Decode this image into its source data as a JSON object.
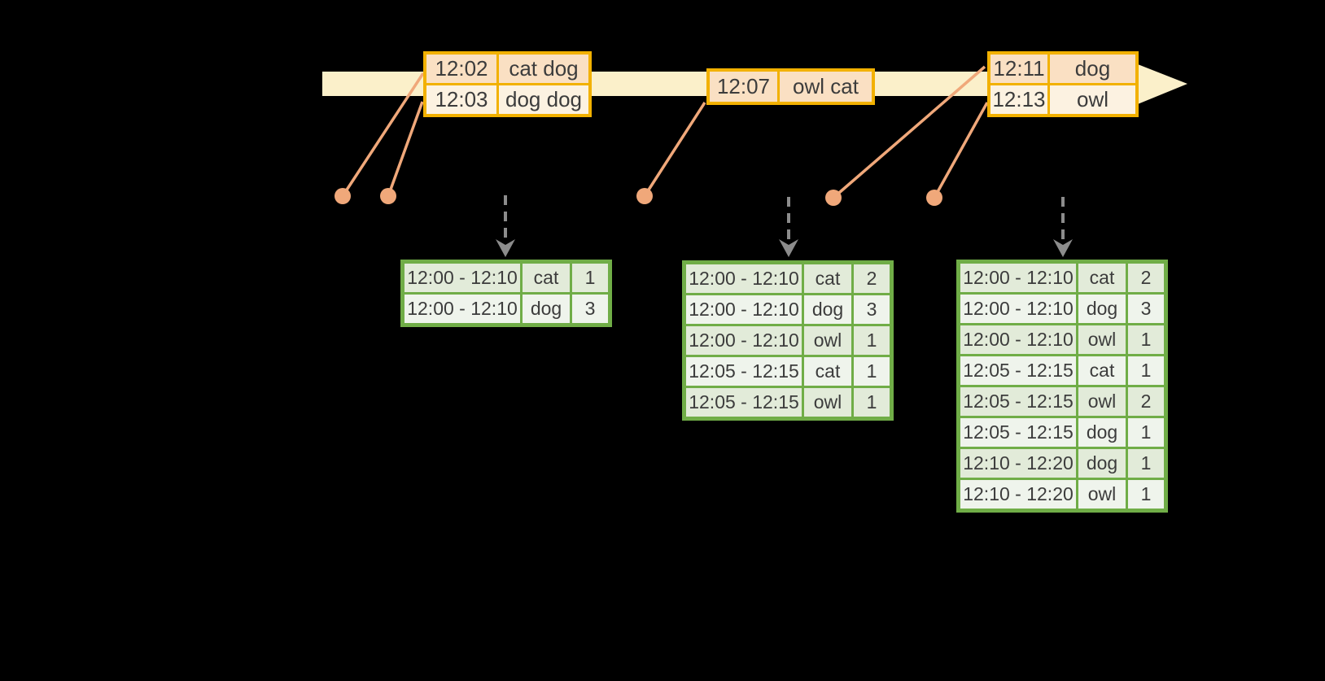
{
  "colors": {
    "background": "#000000",
    "timeline_bar": "#FBF0CA",
    "event_table_border": "#F2B100",
    "event_row_peach": "#FAE0C3",
    "event_row_cream": "#FCF2E1",
    "connector_dot_line": "#F0A87A",
    "result_table_border": "#70AD47",
    "result_row_sage": "#E2EBD9",
    "result_row_light": "#EFF4EC",
    "trigger_arrow_gray": "#8C8C8C",
    "text": "#3C3C3C"
  },
  "event_tables": [
    {
      "rows": [
        {
          "time": "12:02",
          "words": "cat dog"
        },
        {
          "time": "12:03",
          "words": "dog dog"
        }
      ]
    },
    {
      "rows": [
        {
          "time": "12:07",
          "words": "owl cat"
        }
      ]
    },
    {
      "rows": [
        {
          "time": "12:11",
          "words": "dog"
        },
        {
          "time": "12:13",
          "words": "owl"
        }
      ]
    }
  ],
  "result_tables": [
    {
      "rows": [
        {
          "window": "12:00 - 12:10",
          "word": "cat",
          "count": "1"
        },
        {
          "window": "12:00 - 12:10",
          "word": "dog",
          "count": "3"
        }
      ]
    },
    {
      "rows": [
        {
          "window": "12:00 - 12:10",
          "word": "cat",
          "count": "2"
        },
        {
          "window": "12:00 - 12:10",
          "word": "dog",
          "count": "3"
        },
        {
          "window": "12:00 - 12:10",
          "word": "owl",
          "count": "1"
        },
        {
          "window": "12:05 - 12:15",
          "word": "cat",
          "count": "1"
        },
        {
          "window": "12:05 - 12:15",
          "word": "owl",
          "count": "1"
        }
      ]
    },
    {
      "rows": [
        {
          "window": "12:00 - 12:10",
          "word": "cat",
          "count": "2"
        },
        {
          "window": "12:00 - 12:10",
          "word": "dog",
          "count": "3"
        },
        {
          "window": "12:00 - 12:10",
          "word": "owl",
          "count": "1"
        },
        {
          "window": "12:05 - 12:15",
          "word": "cat",
          "count": "1"
        },
        {
          "window": "12:05 - 12:15",
          "word": "owl",
          "count": "2"
        },
        {
          "window": "12:05 - 12:15",
          "word": "dog",
          "count": "1"
        },
        {
          "window": "12:10 - 12:20",
          "word": "dog",
          "count": "1"
        },
        {
          "window": "12:10 - 12:20",
          "word": "owl",
          "count": "1"
        }
      ]
    }
  ]
}
